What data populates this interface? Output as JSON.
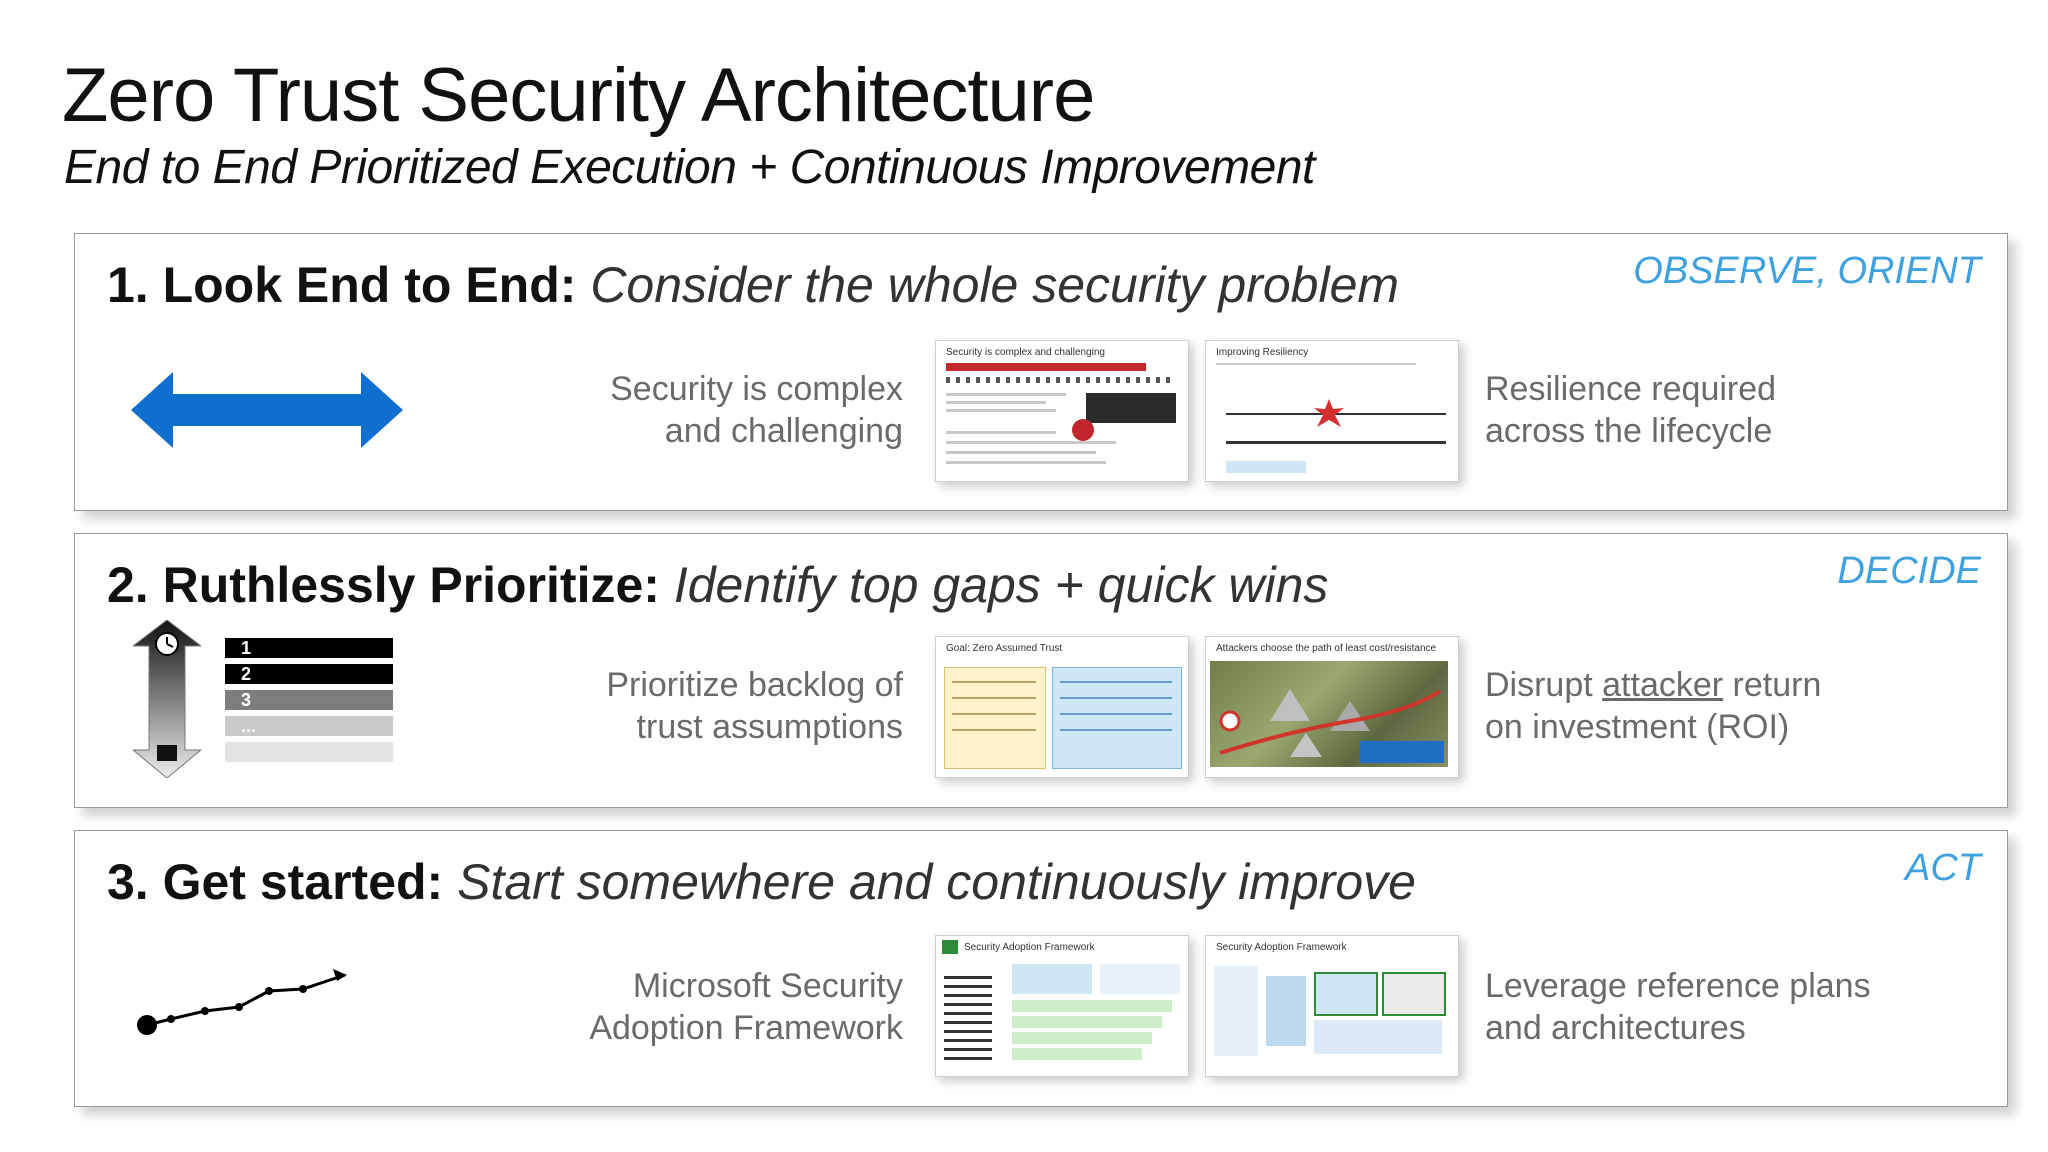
{
  "title": "Zero Trust Security Architecture",
  "subtitle": "End to End Prioritized Execution + Continuous Improvement",
  "sections": [
    {
      "heading_bold": "1. Look End to End:",
      "heading_italic": "Consider the whole security problem",
      "phase": "OBSERVE, ORIENT",
      "left_text": [
        "Security is complex",
        "and challenging"
      ],
      "right_text": [
        "Resilience required",
        "across the lifecycle"
      ],
      "thumbnails": [
        {
          "title": "Security is complex and challenging"
        },
        {
          "title": "Improving Resiliency"
        }
      ],
      "icon": "double-arrow-icon"
    },
    {
      "heading_bold": "2. Ruthlessly Prioritize:",
      "heading_italic": "Identify top gaps + quick wins",
      "phase": "DECIDE",
      "left_text": [
        "Prioritize backlog of",
        "trust assumptions"
      ],
      "right_text_prefix": "Disrupt ",
      "right_text_underlined": "attacker",
      "right_text_suffix": " return",
      "right_text_line2": "on investment (ROI)",
      "thumbnails": [
        {
          "title": "Goal: Zero Assumed Trust"
        },
        {
          "title": "Attackers choose the path of least cost/resistance"
        }
      ],
      "priority_list": [
        "1",
        "2",
        "3",
        "..."
      ],
      "icon": "priority-arrow-icon"
    },
    {
      "heading_bold": "3. Get started:",
      "heading_italic": "Start somewhere and continuously improve",
      "phase": "ACT",
      "left_text": [
        "Microsoft Security",
        "Adoption Framework"
      ],
      "right_text": [
        "Leverage reference plans",
        "and architectures"
      ],
      "thumbnails": [
        {
          "title": "Security Adoption Framework"
        },
        {
          "title": "Security Adoption Framework"
        }
      ],
      "icon": "progress-line-icon"
    }
  ],
  "colors": {
    "phase": "#3fa2e0",
    "arrow": "#0f6fcf",
    "body_text": "#6a6a6a"
  }
}
